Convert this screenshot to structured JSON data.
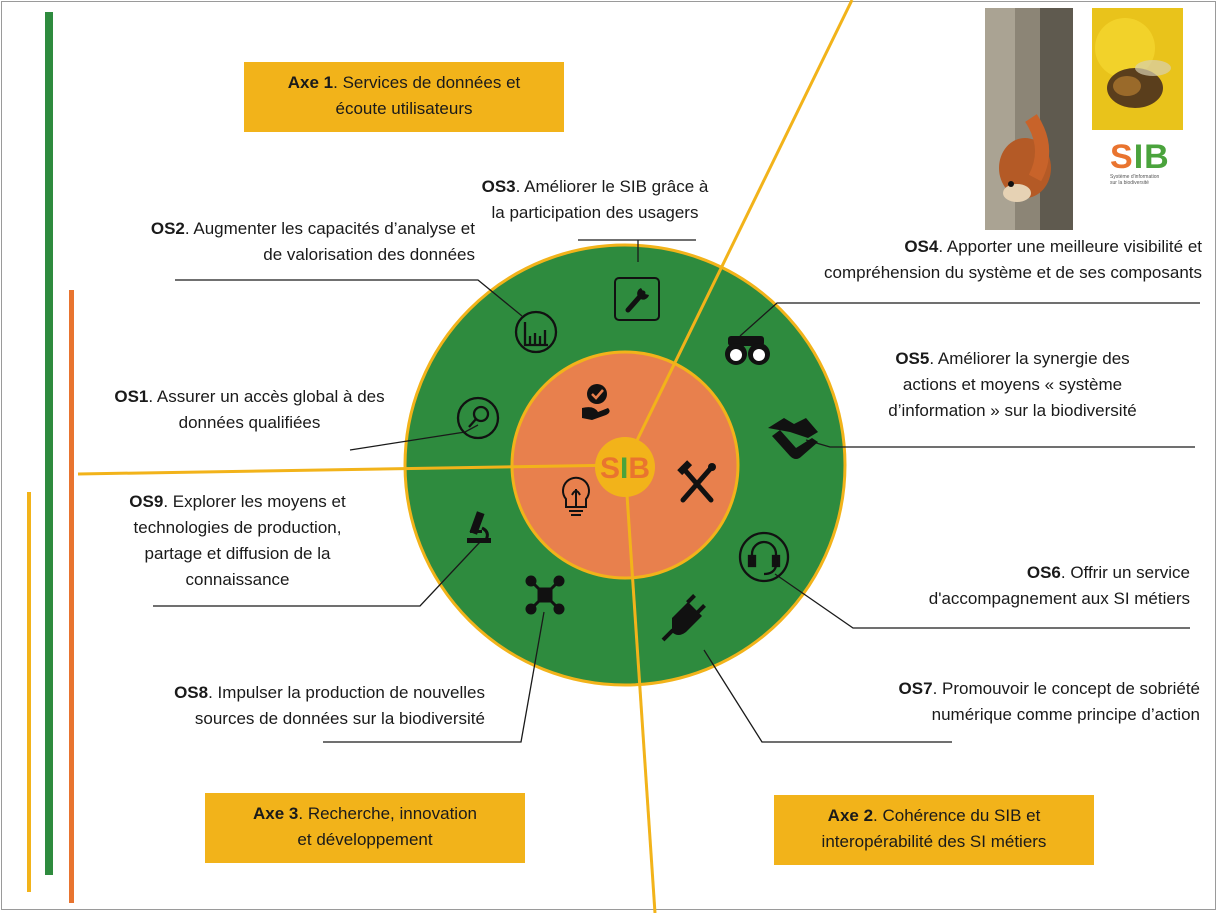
{
  "brand": {
    "sib_letters": [
      "S",
      "I",
      "B"
    ],
    "logo_subtitle": [
      "Système d'information",
      "sur la biodiversité"
    ]
  },
  "axes": [
    {
      "id": "axe1",
      "bold": "Axe 1",
      "lines": [
        ". Services de données et",
        "écoute utilisateurs"
      ]
    },
    {
      "id": "axe2",
      "bold": "Axe 2",
      "lines": [
        ". Cohérence du SIB et",
        "interopérabilité des SI métiers"
      ]
    },
    {
      "id": "axe3",
      "bold": "Axe 3",
      "lines": [
        ". Recherche, innovation",
        "et développement"
      ]
    }
  ],
  "objectives": [
    {
      "id": "os1",
      "bold": "OS1",
      "lines": [
        ". Assurer un accès global à des",
        "données qualifiées"
      ],
      "icon": "magnifier-icon"
    },
    {
      "id": "os2",
      "bold": "OS2",
      "lines": [
        ". Augmenter les capacités d’analyse et",
        "de valorisation des données"
      ],
      "icon": "bar-chart-icon"
    },
    {
      "id": "os3",
      "bold": "OS3",
      "lines": [
        ". Améliorer le SIB grâce à",
        "la participation des usagers"
      ],
      "icon": "wrench-icon"
    },
    {
      "id": "os4",
      "bold": "OS4",
      "lines": [
        ". Apporter une meilleure visibilité et",
        "compréhension du système et de ses composants"
      ],
      "icon": "binoculars-icon"
    },
    {
      "id": "os5",
      "bold": "OS5",
      "lines": [
        ". Améliorer la synergie des",
        "actions et moyens « système",
        "d’information » sur la biodiversité"
      ],
      "icon": "handshake-icon"
    },
    {
      "id": "os6",
      "bold": "OS6",
      "lines": [
        ". Offrir un service",
        "d'accompagnement aux SI métiers"
      ],
      "icon": "headset-icon"
    },
    {
      "id": "os7",
      "bold": "OS7",
      "lines": [
        ". Promouvoir le concept de sobriété",
        "numérique comme principe d’action"
      ],
      "icon": "plug-icon"
    },
    {
      "id": "os8",
      "bold": "OS8",
      "lines": [
        ". Impulser la production de nouvelles",
        "sources de données sur la biodiversité"
      ],
      "icon": "drone-icon"
    },
    {
      "id": "os9",
      "bold": "OS9",
      "lines": [
        ". Explorer les moyens et",
        "technologies de production,",
        "partage et diffusion de la",
        "connaissance"
      ],
      "icon": "microscope-icon"
    }
  ],
  "inner_icons": [
    "hand-check-icon",
    "tools-icon",
    "lightbulb-brain-icon"
  ],
  "colors": {
    "green": "#2e8b3e",
    "orange": "#e8804d",
    "yellow": "#f2b31a",
    "ring_border": "#f2b31a",
    "sib_s": "#e9742f",
    "sib_i": "#4aa33c",
    "sib_b": "#e9742f"
  }
}
